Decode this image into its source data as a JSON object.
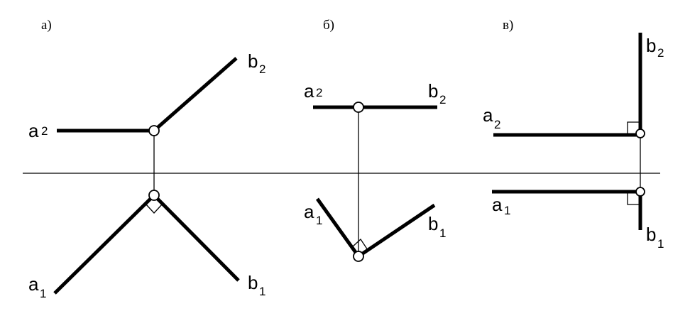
{
  "panels": {
    "a": {
      "caption": "а)",
      "labels": {
        "a2": {
          "letter": "a",
          "index": "2"
        },
        "b2": {
          "letter": "b",
          "index": "2"
        },
        "a1": {
          "letter": "a",
          "index": "1"
        },
        "b1": {
          "letter": "b",
          "index": "1"
        }
      }
    },
    "b": {
      "caption": "б)",
      "labels": {
        "a2": {
          "letter": "a",
          "index": "2"
        },
        "b2": {
          "letter": "b",
          "index": "2"
        },
        "a1": {
          "letter": "a",
          "index": "1"
        },
        "b1": {
          "letter": "b",
          "index": "1"
        }
      }
    },
    "c": {
      "caption": "в)",
      "labels": {
        "b2": {
          "letter": "b",
          "index": "2"
        },
        "a2": {
          "letter": "a",
          "index": "2"
        },
        "a1": {
          "letter": "a",
          "index": "1"
        },
        "b1": {
          "letter": "b",
          "index": "1"
        }
      }
    }
  }
}
